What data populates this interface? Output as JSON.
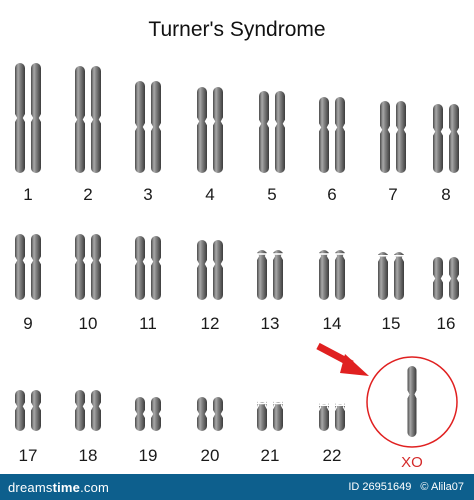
{
  "title": "Turner's Syndrome",
  "pairs": [
    {
      "label": "1",
      "type": "meta"
    },
    {
      "label": "2",
      "type": "meta"
    },
    {
      "label": "3",
      "type": "meta"
    },
    {
      "label": "4",
      "type": "sub"
    },
    {
      "label": "5",
      "type": "sub"
    },
    {
      "label": "6",
      "type": "sub"
    },
    {
      "label": "7",
      "type": "sub"
    },
    {
      "label": "8",
      "type": "sub"
    },
    {
      "label": "9",
      "type": "sub"
    },
    {
      "label": "10",
      "type": "sub"
    },
    {
      "label": "11",
      "type": "sub"
    },
    {
      "label": "12",
      "type": "sub"
    },
    {
      "label": "13",
      "type": "acro"
    },
    {
      "label": "14",
      "type": "acro"
    },
    {
      "label": "15",
      "type": "acro"
    },
    {
      "label": "16",
      "type": "meta"
    },
    {
      "label": "17",
      "type": "sub"
    },
    {
      "label": "18",
      "type": "sub"
    },
    {
      "label": "19",
      "type": "meta"
    },
    {
      "label": "20",
      "type": "meta"
    },
    {
      "label": "21",
      "type": "acro"
    },
    {
      "label": "22",
      "type": "acro"
    }
  ],
  "sex_chromosome": {
    "label": "XO",
    "highlight_color": "#e02020"
  },
  "chromosome_color": "#8c8c8c",
  "footer": {
    "brand_light": "dreams",
    "brand_bold": "time",
    "brand_suffix": ".com",
    "image_id": "ID 26951649",
    "credit": "© Alila07"
  }
}
